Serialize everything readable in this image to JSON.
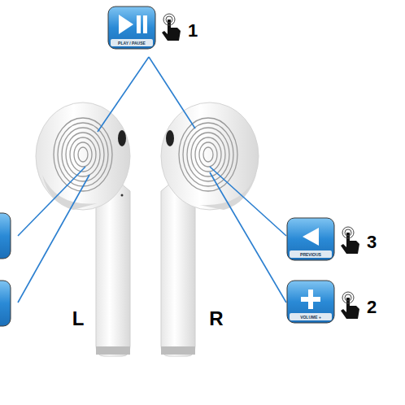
{
  "diagram": {
    "labels": [
      "PLAY / PAUSE",
      "1",
      "PREVIOUS",
      "3",
      "VOLUME +",
      "2",
      "L",
      "R"
    ]
  }
}
